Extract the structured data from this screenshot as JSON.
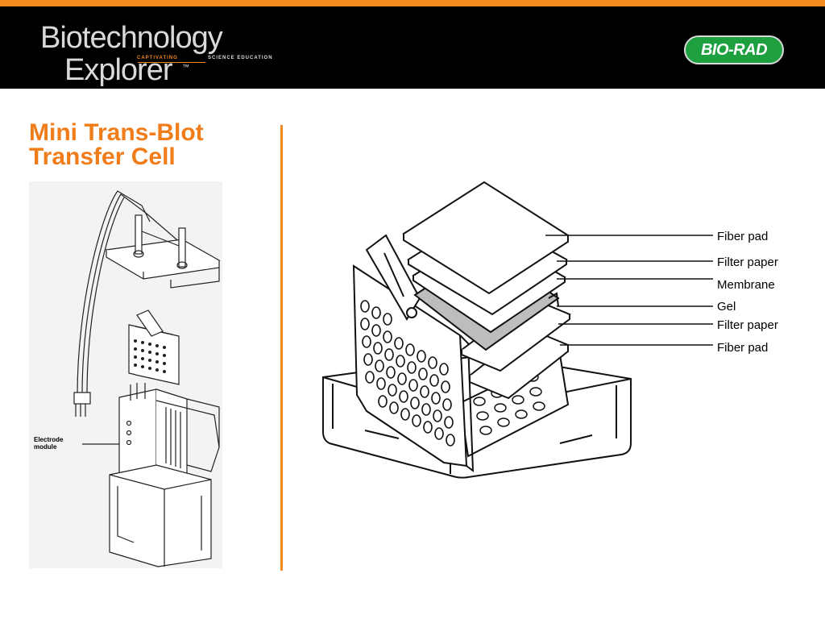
{
  "header": {
    "brand_line1": "Biotechnology",
    "brand_line2": "Explorer",
    "brand_trademark": "™",
    "brand_tagline_left": "CAPTIVATING",
    "brand_tagline_right": "SCIENCE EDUCATION",
    "logo_text": "BIO-RAD",
    "accent_color": "#f28a1f",
    "logo_color": "#1fa040"
  },
  "title": {
    "line1": "Mini Trans-Blot",
    "line2": "Transfer Cell",
    "color": "#f07c1a"
  },
  "left_figure": {
    "callout": {
      "line1": "Electrode",
      "line2": "module"
    }
  },
  "right_figure": {
    "layers": [
      "Fiber pad",
      "Filter paper",
      "Membrane",
      "Gel",
      "Filter paper",
      "Fiber pad"
    ]
  }
}
